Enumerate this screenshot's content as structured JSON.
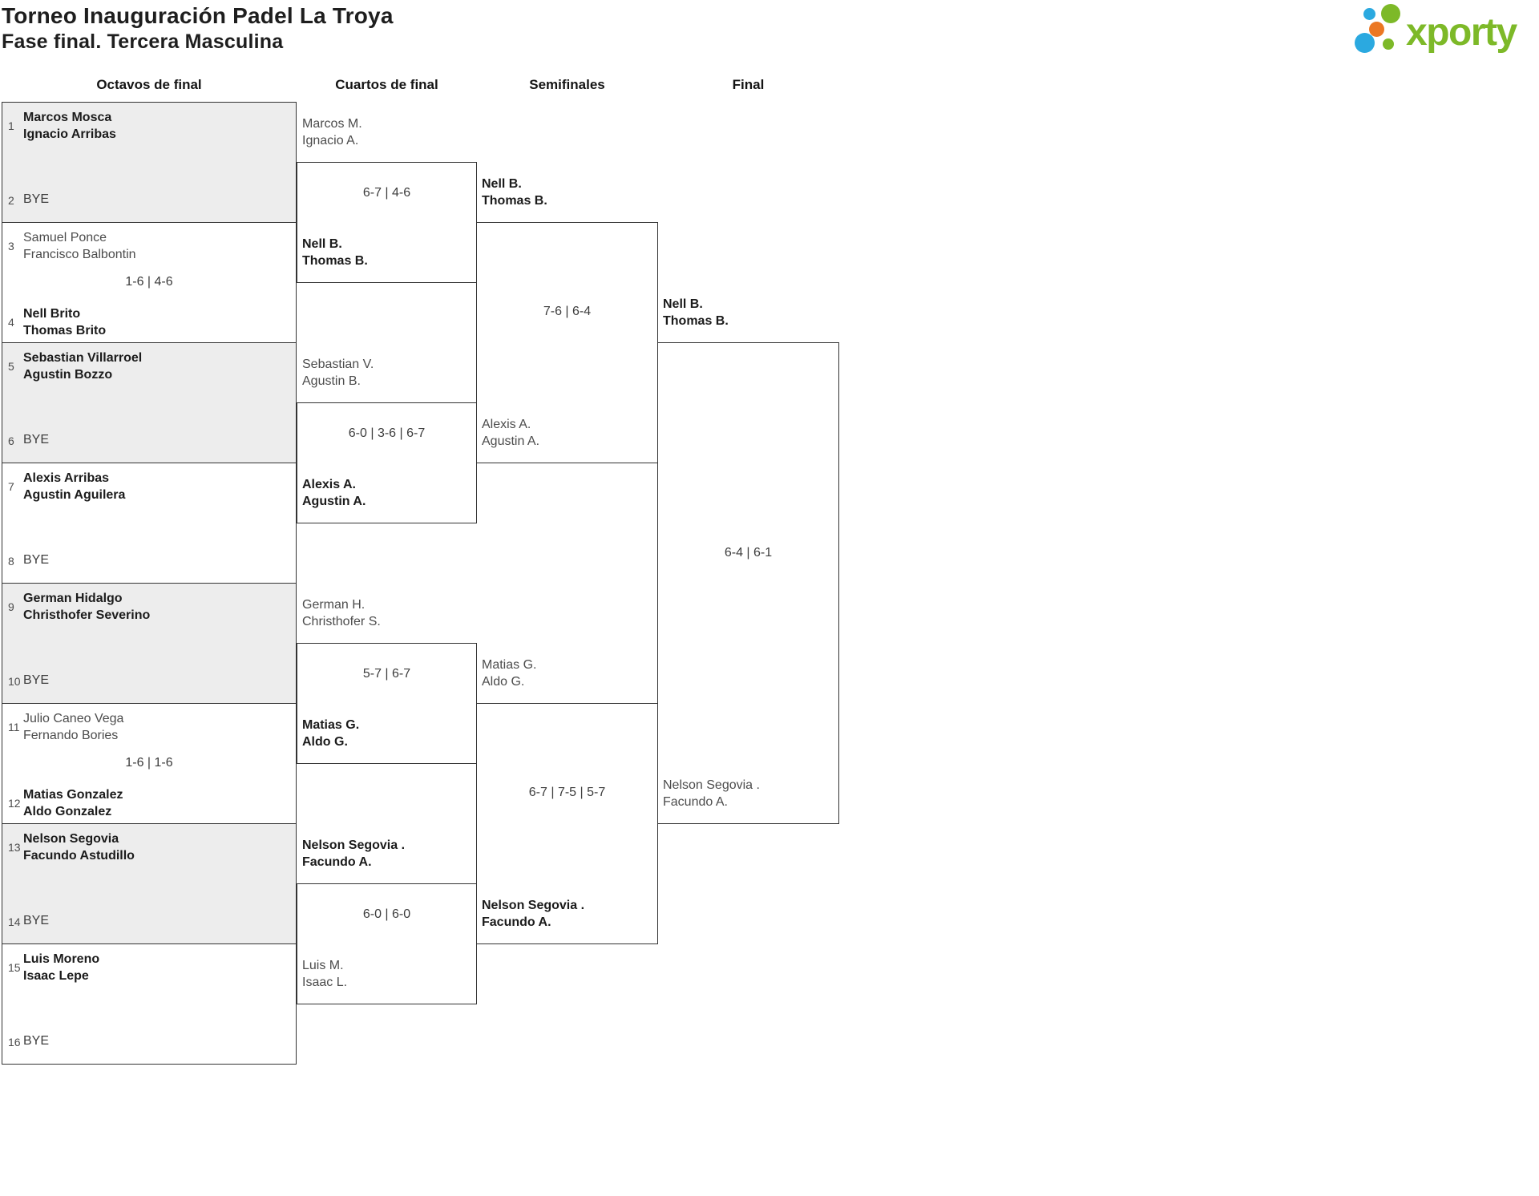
{
  "title": {
    "line1": "Torneo Inauguración Padel La Troya",
    "line2": "Fase final. Tercera Masculina"
  },
  "logo": {
    "text": "xporty",
    "green": "#7db928",
    "blue": "#2ba9e0",
    "orange": "#eb7723"
  },
  "columns": {
    "octavos": "Octavos de final",
    "cuartos": "Cuartos de final",
    "semifinales": "Semifinales",
    "final": "Final"
  },
  "octavos": {
    "matches": [
      {
        "seed1": "1",
        "team1": [
          "Marcos Mosca",
          "Ignacio Arribas"
        ],
        "winner": "team1",
        "seed2": "2",
        "team2": [
          "BYE"
        ],
        "score": ""
      },
      {
        "seed1": "3",
        "team1": [
          "Samuel Ponce",
          "Francisco Balbontin"
        ],
        "winner": "team2",
        "seed2": "4",
        "team2": [
          "Nell Brito",
          "Thomas Brito"
        ],
        "score": "1-6 | 4-6"
      },
      {
        "seed1": "5",
        "team1": [
          "Sebastian Villarroel",
          "Agustin Bozzo"
        ],
        "winner": "team1",
        "seed2": "6",
        "team2": [
          "BYE"
        ],
        "score": ""
      },
      {
        "seed1": "7",
        "team1": [
          "Alexis Arribas",
          "Agustin Aguilera"
        ],
        "winner": "team1",
        "seed2": "8",
        "team2": [
          "BYE"
        ],
        "score": ""
      },
      {
        "seed1": "9",
        "team1": [
          "German Hidalgo",
          "Christhofer Severino"
        ],
        "winner": "team1",
        "seed2": "10",
        "team2": [
          "BYE"
        ],
        "score": ""
      },
      {
        "seed1": "11",
        "team1": [
          "Julio Caneo Vega",
          "Fernando Bories"
        ],
        "winner": "team2",
        "seed2": "12",
        "team2": [
          "Matias Gonzalez",
          "Aldo Gonzalez"
        ],
        "score": "1-6 | 1-6"
      },
      {
        "seed1": "13",
        "team1": [
          "Nelson Segovia",
          "Facundo Astudillo"
        ],
        "winner": "team1",
        "seed2": "14",
        "team2": [
          "BYE"
        ],
        "score": ""
      },
      {
        "seed1": "15",
        "team1": [
          "Luis Moreno",
          "Isaac Lepe"
        ],
        "winner": "team1",
        "seed2": "16",
        "team2": [
          "BYE"
        ],
        "score": ""
      }
    ]
  },
  "cuartos": {
    "matches": [
      {
        "top": [
          "Marcos M.",
          "Ignacio A."
        ],
        "bottom": [
          "Nell B.",
          "Thomas B."
        ],
        "winner": "bottom",
        "score": "6-7 | 4-6"
      },
      {
        "top": [
          "Sebastian V.",
          "Agustin B."
        ],
        "bottom": [
          "Alexis A.",
          "Agustin A."
        ],
        "winner": "bottom",
        "score": "6-0 | 3-6 | 6-7"
      },
      {
        "top": [
          "German H.",
          "Christhofer S."
        ],
        "bottom": [
          "Matias G.",
          "Aldo G."
        ],
        "winner": "bottom",
        "score": "5-7 | 6-7"
      },
      {
        "top": [
          "Nelson Segovia .",
          "Facundo A."
        ],
        "bottom": [
          "Luis M.",
          "Isaac L."
        ],
        "winner": "top",
        "score": "6-0 | 6-0"
      }
    ]
  },
  "semifinales": {
    "matches": [
      {
        "top": [
          "Nell B.",
          "Thomas B."
        ],
        "bottom": [
          "Alexis A.",
          "Agustin A."
        ],
        "winner": "top",
        "score": "7-6 | 6-4"
      },
      {
        "top": [
          "Matias G.",
          "Aldo G."
        ],
        "bottom": [
          "Nelson Segovia .",
          "Facundo A."
        ],
        "winner": "bottom",
        "score": "6-7 | 7-5 | 5-7"
      }
    ]
  },
  "final": {
    "top": [
      "Nell B.",
      "Thomas B."
    ],
    "bottom": [
      "Nelson Segovia .",
      "Facundo A."
    ],
    "winner": "top",
    "score": "6-4 | 6-1"
  }
}
